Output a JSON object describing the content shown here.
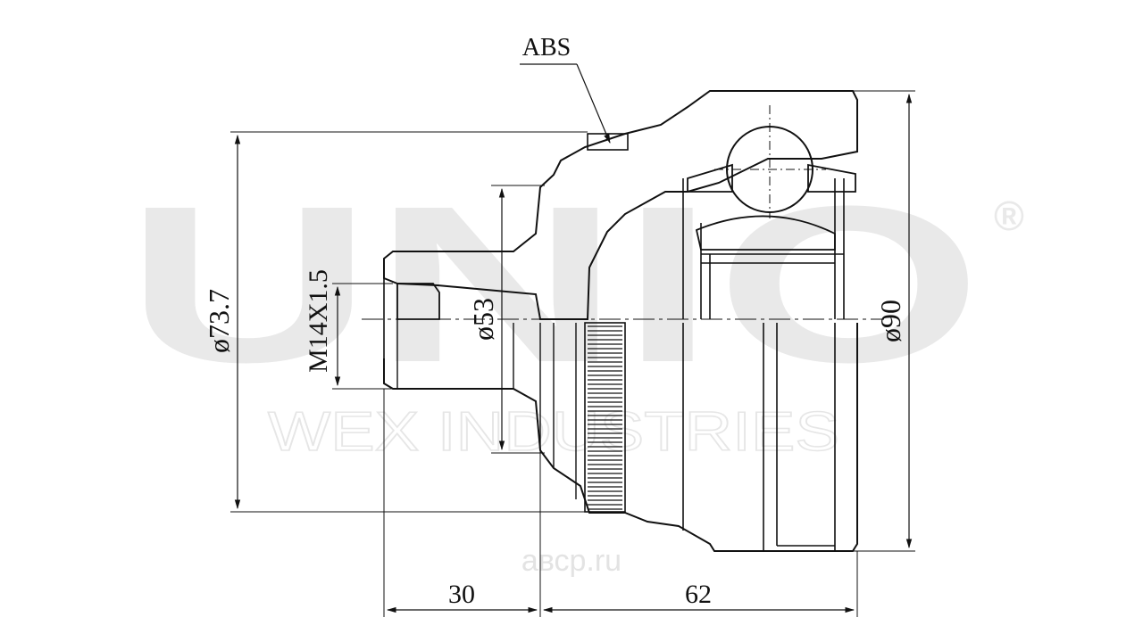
{
  "labels": {
    "abs": "ABS",
    "thread": "M14X1.5",
    "dia_outer_left": "ø73.7",
    "dia_53": "ø53",
    "dia_90": "ø90",
    "len_30": "30",
    "len_62": "62"
  },
  "watermark": {
    "brand": "UNIO",
    "registered": "®",
    "company": "WEX INDUSTRIES",
    "site": "авср.ru"
  },
  "colors": {
    "line": "#111111",
    "watermark": "#e9e9e9",
    "background": "#ffffff"
  }
}
